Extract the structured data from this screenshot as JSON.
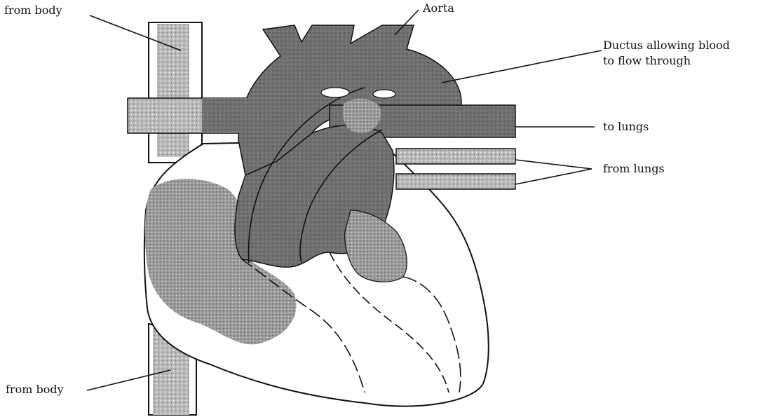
{
  "labels": {
    "from_body_top": "from body",
    "aorta": "Aorta",
    "ductus_line1": "Ductus allowing blood",
    "ductus_line2": "to flow through",
    "to_lungs": "to lungs",
    "from_lungs": "from lungs",
    "from_body_bottom": "from body"
  },
  "colors": {
    "background": "#ffffff",
    "vessel_light": "#b4b4b4",
    "chamber_dark": "#6e6e6e",
    "outline": "#111111"
  }
}
